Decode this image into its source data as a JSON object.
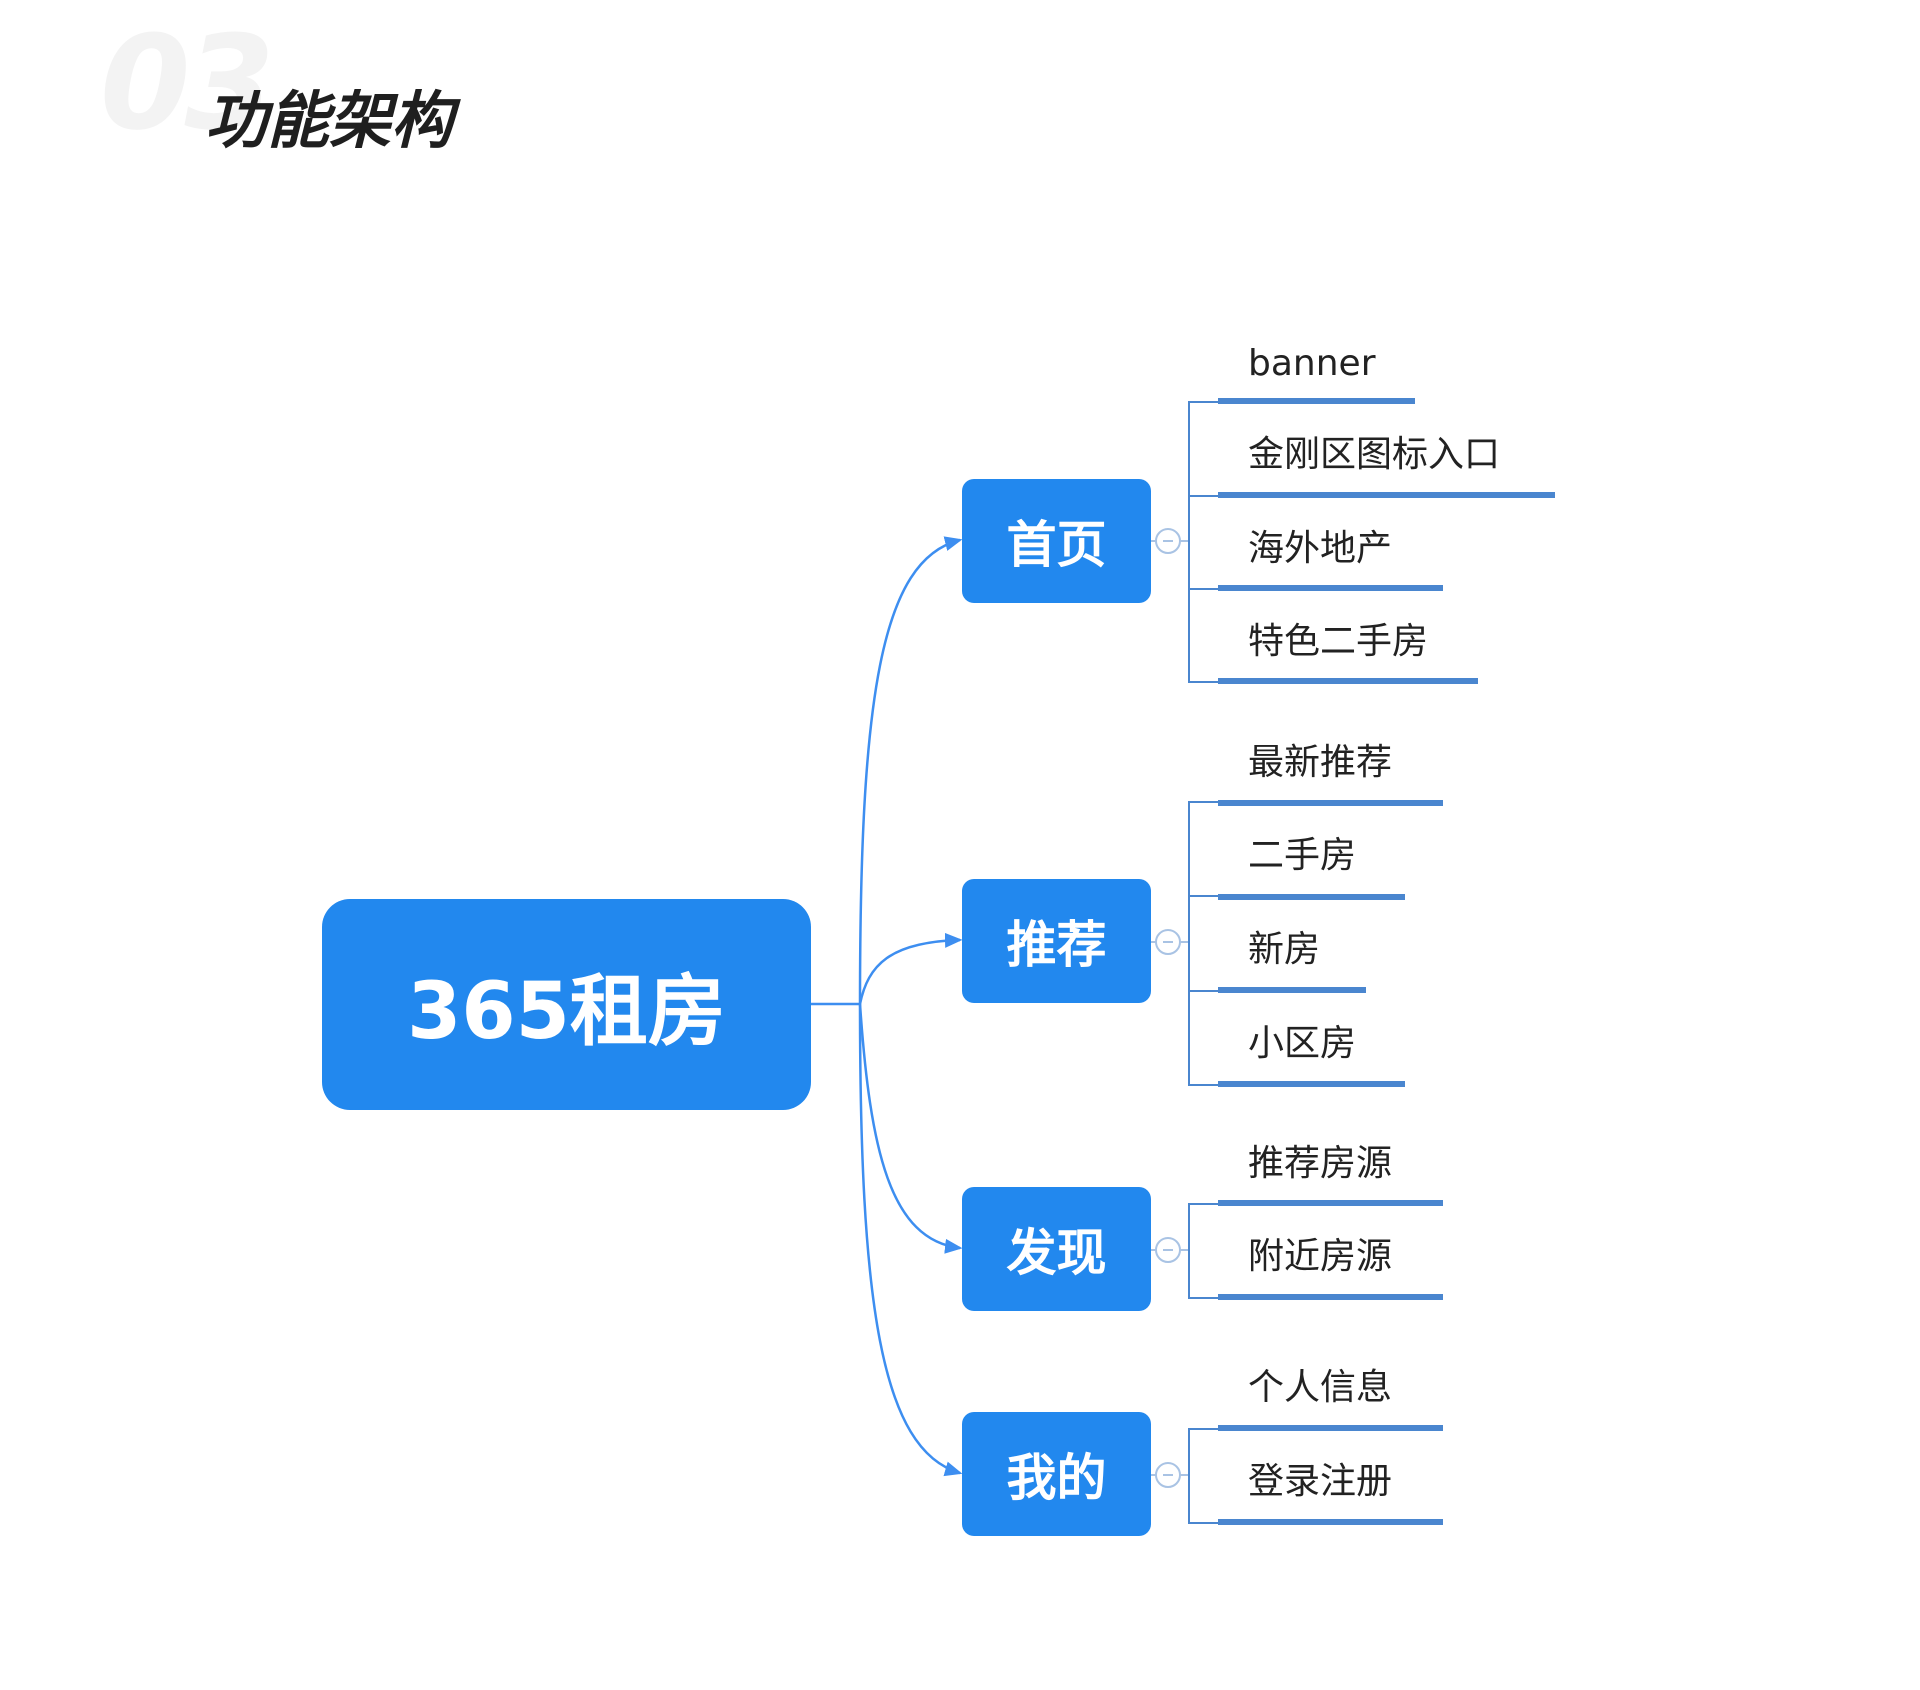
{
  "header": {
    "section_number": "03",
    "title": "功能架构"
  },
  "mindmap": {
    "root": "365租房",
    "branches": [
      {
        "label": "首页",
        "children": [
          "banner",
          "金刚区图标入口",
          "海外地产",
          "特色二手房"
        ]
      },
      {
        "label": "推荐",
        "children": [
          "最新推荐",
          "二手房",
          "新房",
          "小区房"
        ]
      },
      {
        "label": "发现",
        "children": [
          "推荐房源",
          "附近房源"
        ]
      },
      {
        "label": "我的",
        "children": [
          "个人信息",
          "登录注册"
        ]
      }
    ]
  },
  "colors": {
    "node_fill": "#2288ee",
    "connector": "#3d8ef0",
    "leaf_underline": "#4a86cf"
  }
}
